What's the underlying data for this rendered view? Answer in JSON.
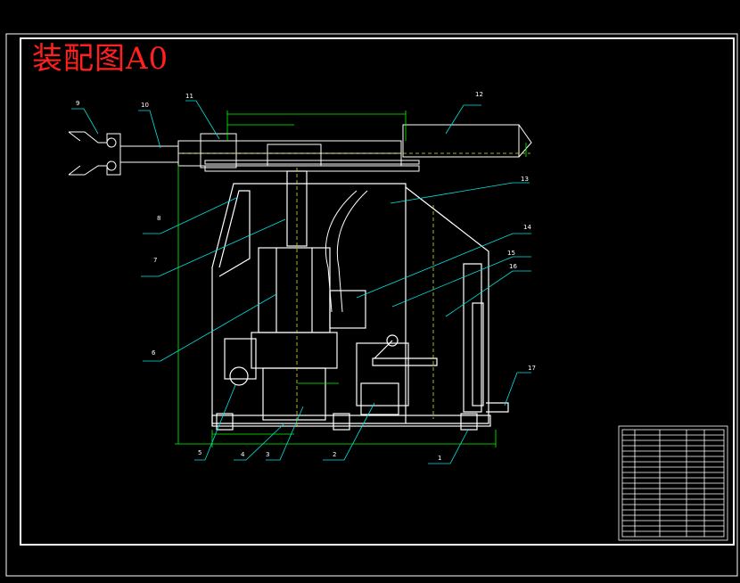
{
  "title": "装配图A0",
  "part_labels": [
    "1",
    "2",
    "3",
    "4",
    "5",
    "6",
    "7",
    "8",
    "9",
    "10",
    "11",
    "12",
    "13",
    "14",
    "15",
    "16",
    "17"
  ],
  "colors": {
    "background": "#000000",
    "frame": "#ffffff",
    "leader": "#00e5e5",
    "dimension": "#00ff00",
    "title_text": "#ff2020",
    "hidden": "#e0e020"
  }
}
